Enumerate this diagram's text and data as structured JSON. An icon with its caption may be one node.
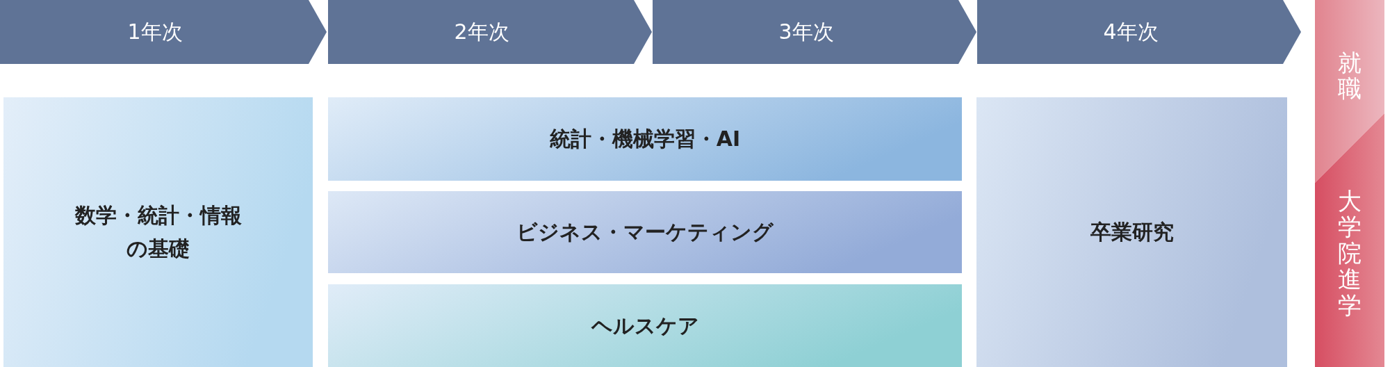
{
  "diagram": {
    "nodes": [
      {
        "text": [
          "1年次"
        ]
      },
      {
        "text": [
          "2年次"
        ]
      },
      {
        "text": [
          "3年次"
        ]
      },
      {
        "text": [
          "4年次"
        ]
      },
      {
        "text": [
          "就職"
        ]
      },
      {
        "text": [
          "大学院進学"
        ]
      },
      {
        "text": [
          "数学・統計・情報の基礎"
        ]
      },
      {
        "text": [
          "統計・機械学習・AI"
        ]
      },
      {
        "text": [
          "ビジネス・マーケティング"
        ]
      },
      {
        "text": [
          "ヘルスケア"
        ]
      },
      {
        "text": [
          "卒業研究"
        ]
      }
    ]
  }
}
